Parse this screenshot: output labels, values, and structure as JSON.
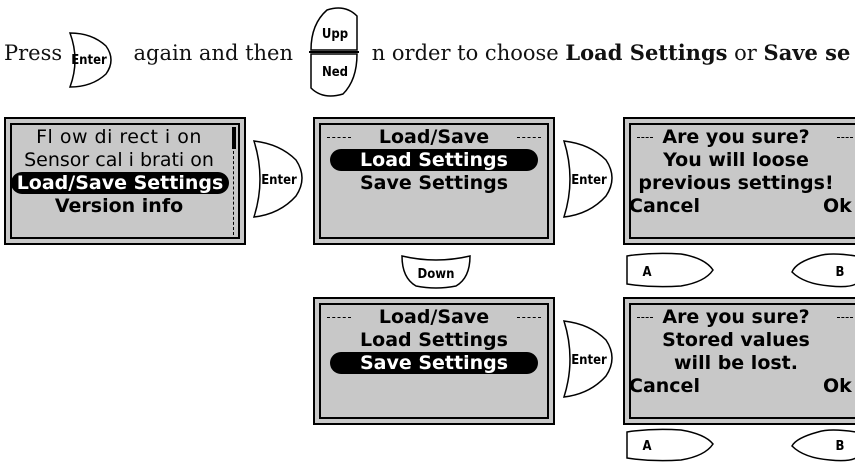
{
  "intro": {
    "press": "Press",
    "again": "again and then",
    "rest": "n order to choose",
    "load": "Load Settings",
    "or": "or",
    "save": "Save se"
  },
  "keys": {
    "enter": "Enter",
    "upp": "Upp",
    "ned": "Ned",
    "down": "Down",
    "a": "A",
    "b": "B"
  },
  "menu_screen": {
    "items": [
      "Fl ow di rect i on",
      "Sensor cal i brati on",
      "Load/Save Settings",
      "Version info"
    ]
  },
  "loadsave_screen_1": {
    "title": "Load/Save",
    "items": [
      "Load Settings",
      "Save Settings"
    ]
  },
  "loadsave_screen_2": {
    "title": "Load/Save",
    "items": [
      "Load Settings",
      "Save Settings"
    ]
  },
  "confirm_load": {
    "title": "Are you sure?",
    "line1": "You will loose",
    "line2": "previous settings!",
    "cancel": "Cancel",
    "ok": "Ok"
  },
  "confirm_save": {
    "title": "Are you sure?",
    "line1": "Stored values",
    "line2": "will be lost.",
    "cancel": "Cancel",
    "ok": "Ok"
  }
}
